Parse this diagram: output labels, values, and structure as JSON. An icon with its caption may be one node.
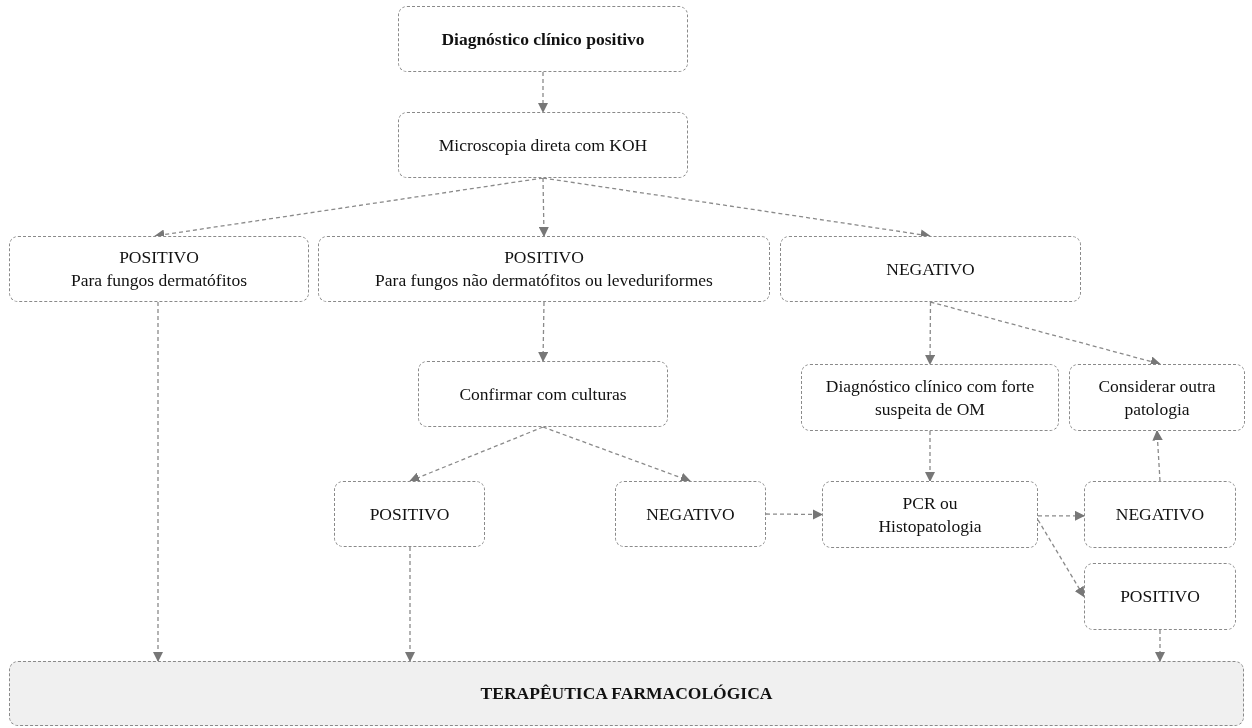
{
  "diagram": {
    "nodes": [
      {
        "text": [
          "Diagnóstico clínico positivo"
        ]
      },
      {
        "text": [
          "Microscopia direta com KOH"
        ]
      },
      {
        "text": [
          "POSITIVO",
          "Para fungos dermatófitos"
        ]
      },
      {
        "text": [
          "POSITIVO",
          "Para fungos não dermatófitos ou leveduriformes"
        ]
      },
      {
        "text": [
          "NEGATIVO"
        ]
      },
      {
        "text": [
          "Confirmar com culturas"
        ]
      },
      {
        "text": [
          "Diagnóstico clínico com forte suspeita de OM"
        ]
      },
      {
        "text": [
          "Considerar outra patologia"
        ]
      },
      {
        "text": [
          "POSITIVO"
        ]
      },
      {
        "text": [
          "NEGATIVO"
        ]
      },
      {
        "text": [
          "PCR ou Histopatologia"
        ]
      },
      {
        "text": [
          "NEGATIVO"
        ]
      },
      {
        "text": [
          "POSITIVO"
        ]
      },
      {
        "text": [
          "TERAPÊUTICA FARMACOLÓGICA"
        ]
      }
    ],
    "edges": [
      {
        "from": 0,
        "to": 1,
        "arrow": "to"
      },
      {
        "from": 1,
        "to": 2,
        "arrow": "to"
      },
      {
        "from": 1,
        "to": 3,
        "arrow": "to"
      },
      {
        "from": 1,
        "to": 4,
        "arrow": "to"
      },
      {
        "from": 2,
        "to": 13,
        "arrow": "to"
      },
      {
        "from": 3,
        "to": 5,
        "arrow": "to"
      },
      {
        "from": 4,
        "to": 6,
        "arrow": "to"
      },
      {
        "from": 4,
        "to": 7,
        "arrow": "to"
      },
      {
        "from": 5,
        "to": 8,
        "arrow": "to"
      },
      {
        "from": 5,
        "to": 9,
        "arrow": "to"
      },
      {
        "from": 6,
        "to": 10,
        "arrow": "to"
      },
      {
        "from": 9,
        "to": 10,
        "arrow": "to"
      },
      {
        "from": 10,
        "to": 11,
        "arrow": "to"
      },
      {
        "from": 10,
        "to": 12,
        "arrow": "to"
      },
      {
        "from": 11,
        "to": 7,
        "arrow": "to"
      },
      {
        "from": 8,
        "to": 13,
        "arrow": "to"
      },
      {
        "from": 12,
        "to": 13,
        "arrow": "to"
      }
    ]
  }
}
